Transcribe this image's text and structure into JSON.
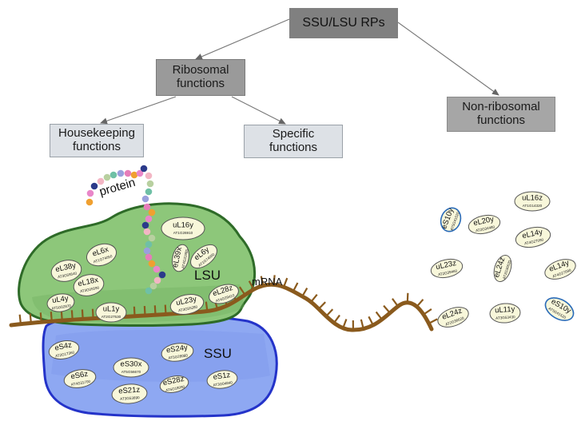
{
  "hierarchy": {
    "root": "SSU/LSU RPs",
    "ribosomal": [
      "Ribosomal",
      "functions"
    ],
    "housekeeping": [
      "Housekeeping",
      "functions"
    ],
    "specific": [
      "Specific",
      "functions"
    ],
    "non_ribosomal": [
      "Non-ribosomal",
      "functions"
    ]
  },
  "labels": {
    "protein": "protein",
    "lsu": "LSU",
    "ssu": "SSU",
    "mrna": "mRNA"
  },
  "lsu_proteins": [
    {
      "name": "uL16y",
      "code": "AT1G26910"
    },
    {
      "name": "eL6x",
      "code": "AT1G74050"
    },
    {
      "name": "eL38y",
      "code": "AT3G59540"
    },
    {
      "name": "eL18x",
      "code": "AT3G05590"
    },
    {
      "name": "uL4y",
      "code": "AT5G02870"
    },
    {
      "name": "uL1y",
      "code": "AT2G27530"
    },
    {
      "name": "eL39x",
      "code": "AT4G31985"
    },
    {
      "name": "eL6y",
      "code": "AT1G74060"
    },
    {
      "name": "uL23y",
      "code": "AT3G55280"
    },
    {
      "name": "eL28z",
      "code": "AT4G29410"
    }
  ],
  "ssu_proteins": [
    {
      "name": "eS4z",
      "code": "AT2G17360"
    },
    {
      "name": "eS24y",
      "code": "AT5G28060"
    },
    {
      "name": "eS30x",
      "code": "AT5G56670"
    },
    {
      "name": "eS6z",
      "code": "AT4G31700"
    },
    {
      "name": "eS28z",
      "code": "AT5G18090"
    },
    {
      "name": "eS1z",
      "code": "AT3G04840"
    },
    {
      "name": "eS21z",
      "code": "AT3G53890"
    }
  ],
  "nonribo_proteins": [
    {
      "name": "uL16z",
      "code": "AT1G14320"
    },
    {
      "name": "eS10y",
      "code": "AT5G41520"
    },
    {
      "name": "eL20y",
      "code": "AT2G34480"
    },
    {
      "name": "eL14y",
      "code": "AT4G27090"
    },
    {
      "name": "eL24z",
      "code": "AT2G36620"
    },
    {
      "name": "uL23z",
      "code": "AT2G39460"
    },
    {
      "name": "eL14y",
      "code": "AT4G27090"
    },
    {
      "name": "eL24z",
      "code": "AT2G36620"
    },
    {
      "name": "uL11y",
      "code": "AT3G53430"
    },
    {
      "name": "eS10y",
      "code": "AT5G41520"
    }
  ],
  "colors": {
    "lsu_fill": "#8dc77a",
    "lsu_stroke": "#2e6b28",
    "ssu_fill": "#8ea8f2",
    "ssu_stroke": "#2433c9",
    "mrna": "#8a5a1d",
    "pill_fill": "#f8f7da",
    "pill_border_blue": "#2a6bb8"
  }
}
